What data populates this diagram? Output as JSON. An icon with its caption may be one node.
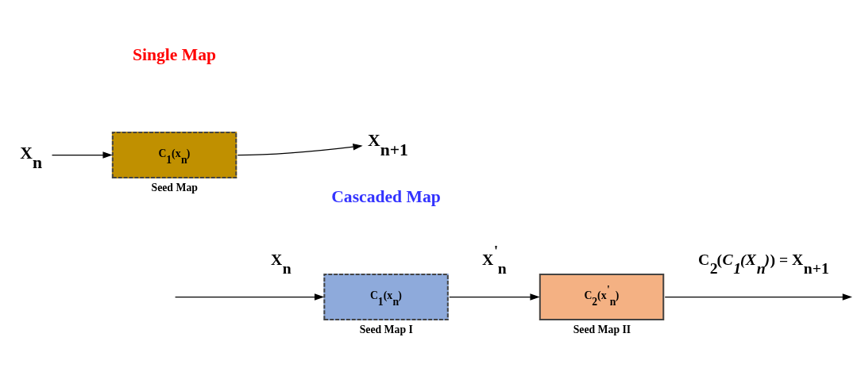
{
  "diagram": {
    "nodes": [
      {
        "text": [
          "X$_{n}$"
        ]
      },
      {
        "text": [
          "C$_{1}$(x$_{n}$)"
        ],
        "beside": [
          "Seed Map"
        ]
      },
      {
        "text": [
          "X$_{n+1}$"
        ]
      },
      {
        "text": [
          "C$_{1}$(x$_{n}$)"
        ],
        "beside": [
          "Seed Map I"
        ]
      },
      {
        "text": [
          "C$_{2}$(x$^{'}$$_{n}$)"
        ],
        "beside": [
          "Seed Map II"
        ]
      }
    ],
    "edges": [
      {
        "from": 0,
        "to": 1,
        "arrow": "to"
      },
      {
        "from": 1,
        "to": 2,
        "arrow": "to"
      },
      {
        "from": null,
        "to": 3,
        "arrow": "to",
        "label": "X$_{n}$"
      },
      {
        "from": 3,
        "to": 4,
        "arrow": "to",
        "label": "X$^{'}$$_{n}$"
      },
      {
        "from": 4,
        "to": null,
        "arrow": "to",
        "label": "C$_{2}$(*C$_{1}$(X$_{n}$)*) = X$_{n+1}$"
      }
    ],
    "labels": [
      "Single Map",
      "Cascaded Map"
    ]
  }
}
